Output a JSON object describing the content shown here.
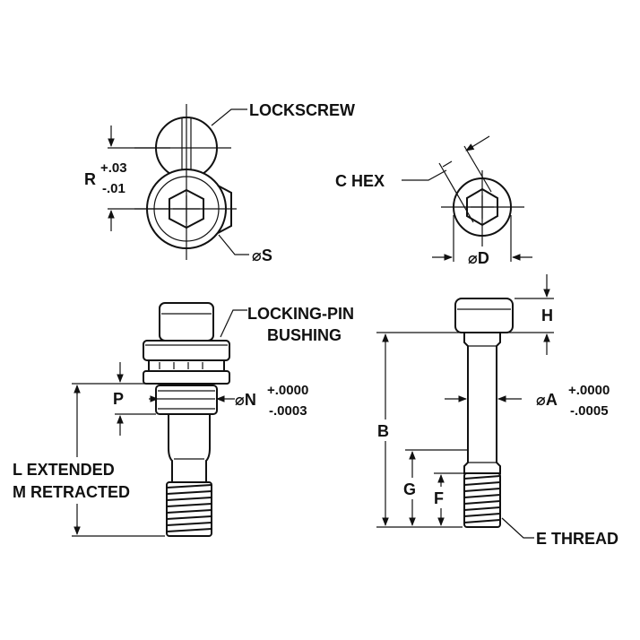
{
  "labels": {
    "lockscrew": "LOCKSCREW",
    "r": "R",
    "r_tol_plus": "+.03",
    "r_tol_minus": "-.01",
    "c_hex": "C HEX",
    "dia_s": "⌀S",
    "dia_d": "⌀D",
    "locking_pin_1": "LOCKING-PIN",
    "locking_pin_2": "BUSHING",
    "h": "H",
    "p": "P",
    "dia_n": "⌀N",
    "n_tol_plus": "+.0000",
    "n_tol_minus": "-.0003",
    "b": "B",
    "dia_a": "⌀A",
    "a_tol_plus": "+.0000",
    "a_tol_minus": "-.0005",
    "l_extended": "L  EXTENDED",
    "m_retracted": "M  RETRACTED",
    "g": "G",
    "f": "F",
    "e_thread": "E THREAD"
  }
}
